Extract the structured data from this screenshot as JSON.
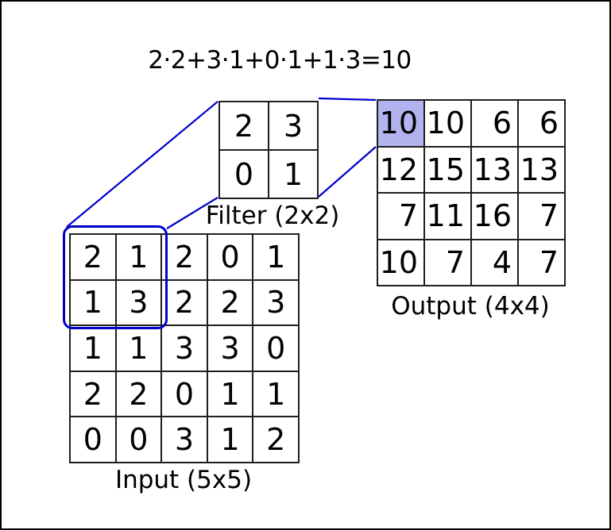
{
  "equation": "2·2+3·1+0·1+1·3=10",
  "colors": {
    "accent_blue": "#0000cd",
    "highlight_fill": "#b3b3ef",
    "grid_line": "#1f1f1f",
    "background": "#ffffff"
  },
  "filter": {
    "label": "Filter (2x2)",
    "cells": [
      [
        2,
        3
      ],
      [
        0,
        1
      ]
    ]
  },
  "input": {
    "label": "Input (5x5)",
    "cells": [
      [
        2,
        1,
        2,
        0,
        1
      ],
      [
        1,
        3,
        2,
        2,
        3
      ],
      [
        1,
        1,
        3,
        3,
        0
      ],
      [
        2,
        2,
        0,
        1,
        1
      ],
      [
        0,
        0,
        3,
        1,
        2
      ]
    ],
    "highlighted_window": {
      "rows": [
        0,
        1
      ],
      "cols": [
        0,
        1
      ],
      "values": [
        [
          2,
          1
        ],
        [
          1,
          3
        ]
      ]
    }
  },
  "output": {
    "label": "Output (4x4)",
    "cells": [
      [
        10,
        10,
        6,
        6
      ],
      [
        12,
        15,
        13,
        13
      ],
      [
        7,
        11,
        16,
        7
      ],
      [
        10,
        7,
        4,
        7
      ]
    ],
    "highlighted_cell": {
      "row": 0,
      "col": 0,
      "value": 10
    }
  }
}
